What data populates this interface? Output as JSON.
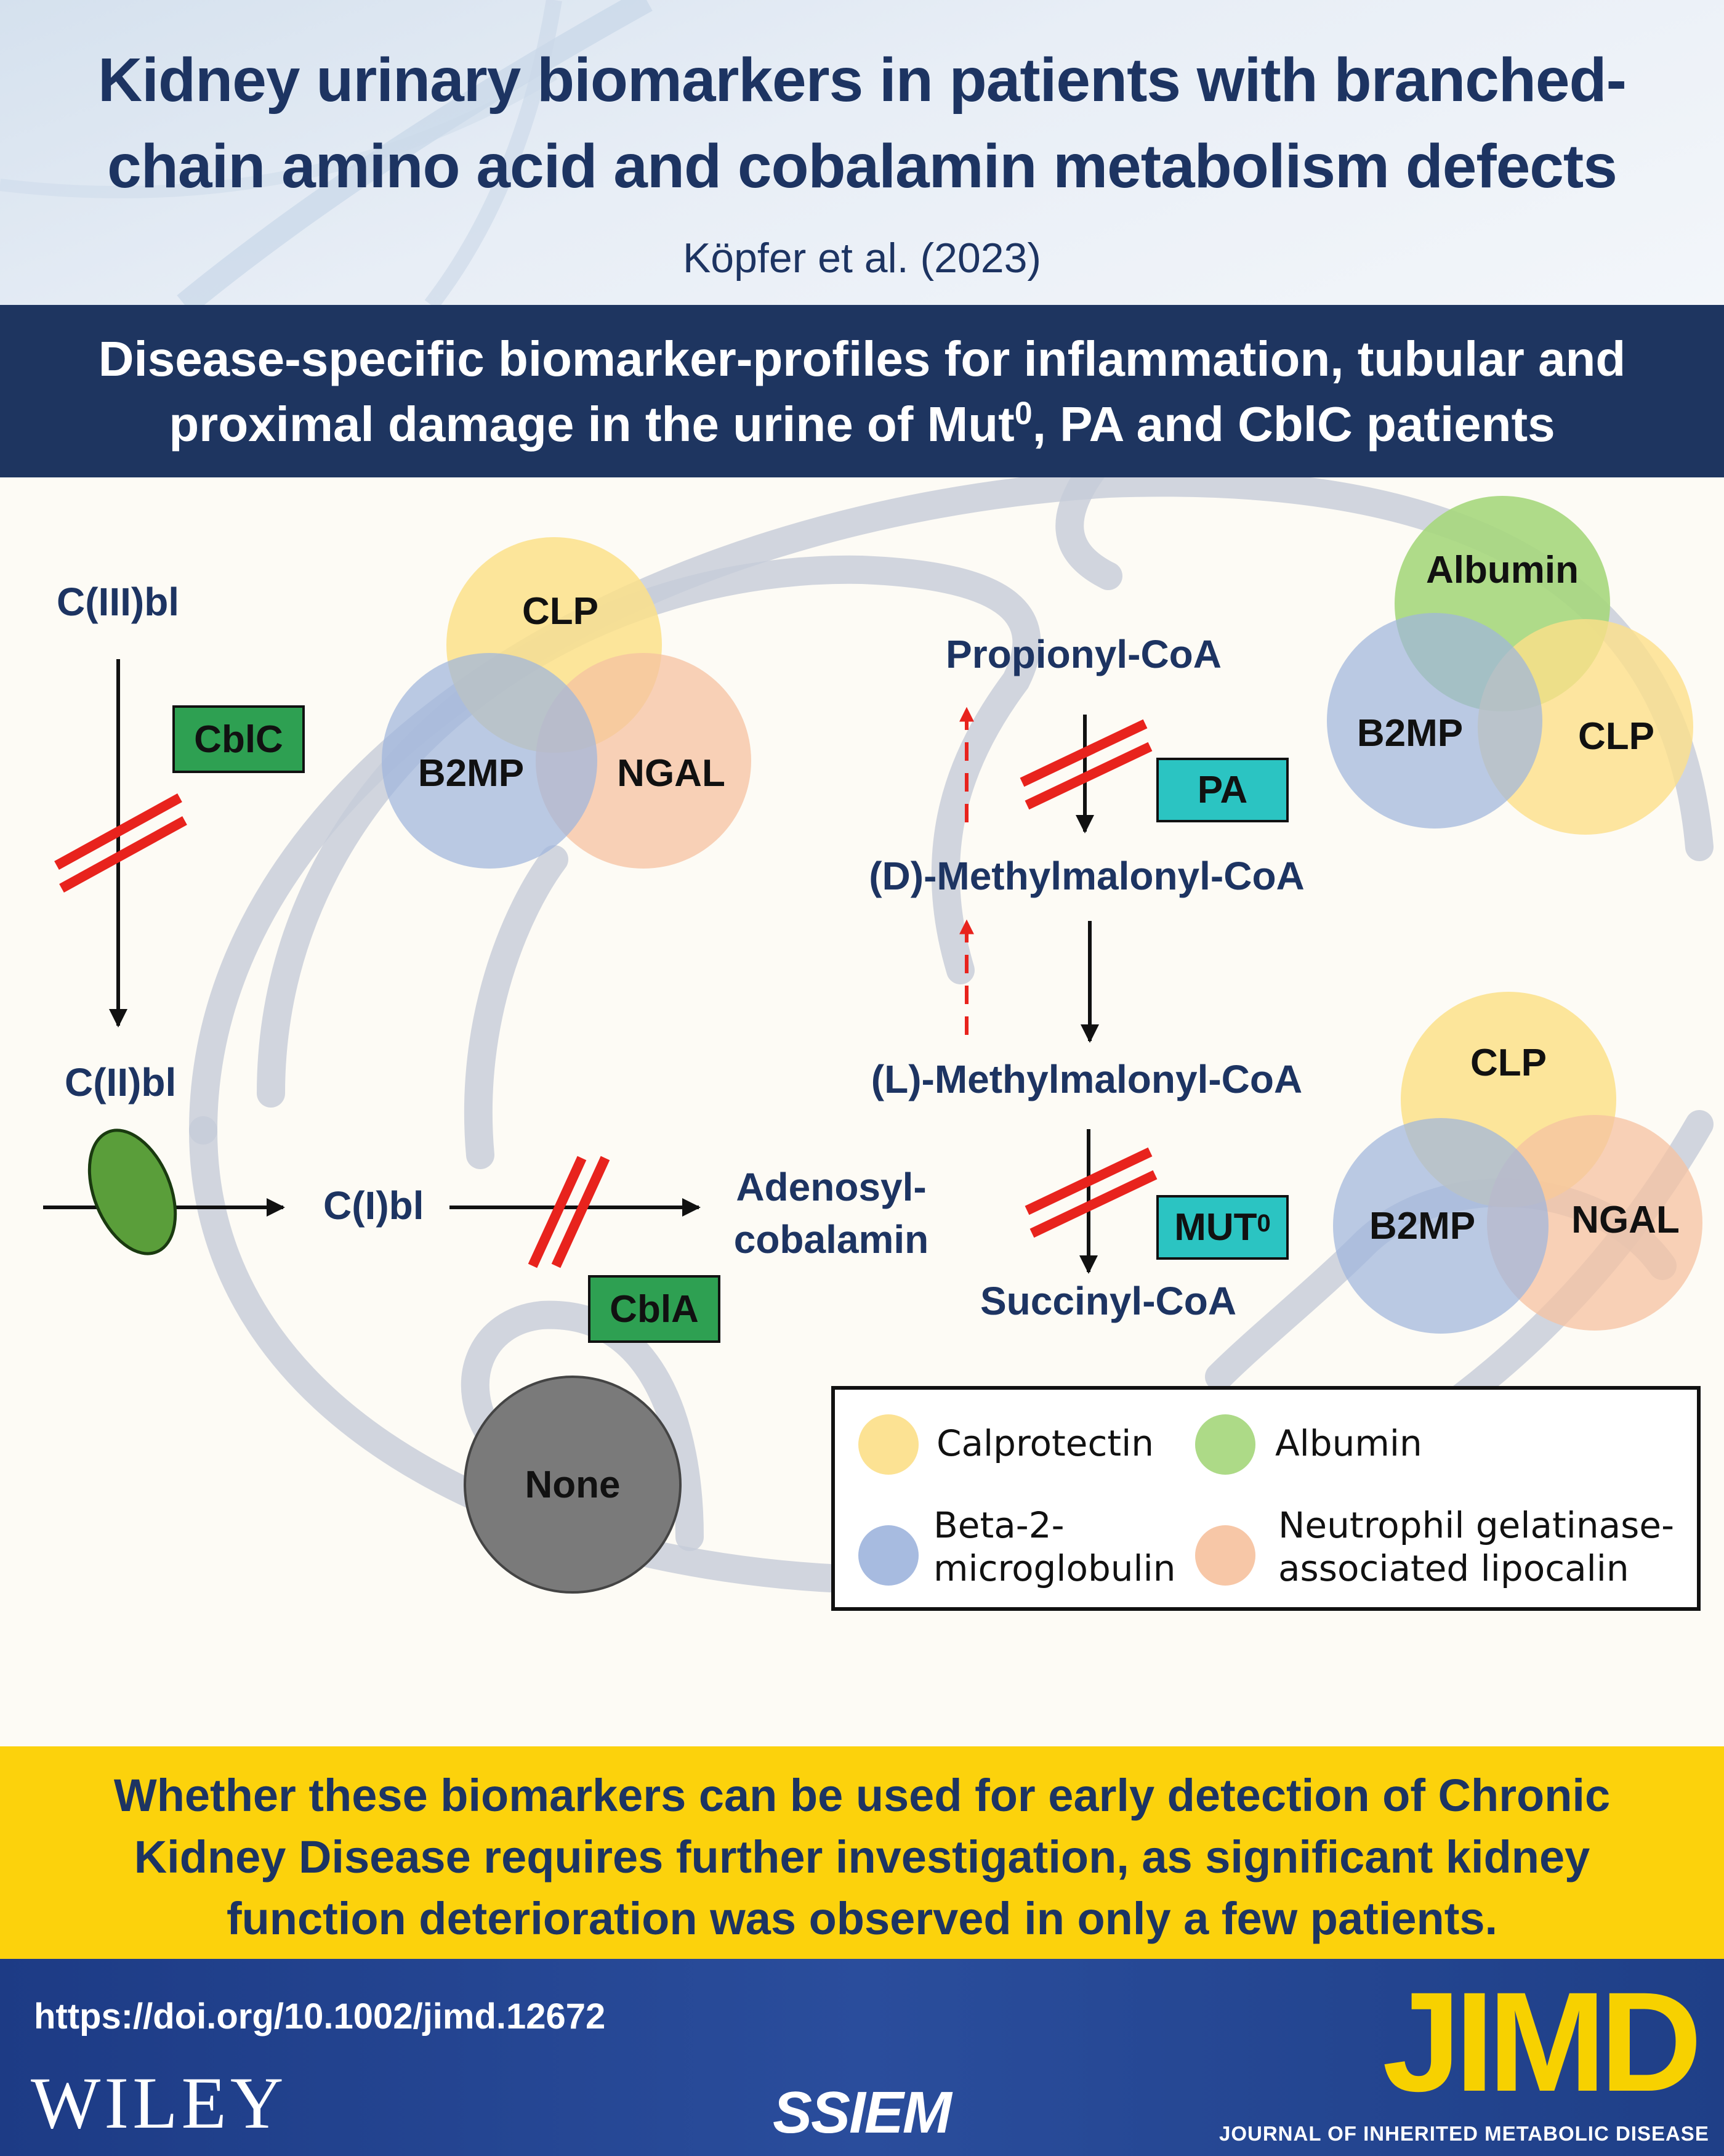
{
  "header": {
    "title": "Kidney urinary biomarkers in patients with branched-chain amino acid and cobalamin metabolism defects",
    "authors": "Köpfer et al. (2023)"
  },
  "banner": {
    "text_before": "Disease-specific biomarker-profiles for inflammation, tubular and proximal damage in the urine of Mut",
    "superscript": "0",
    "text_after": ", PA and CblC patients"
  },
  "pathway": {
    "cbl3": "C(III)bl",
    "cbl2": "C(II)bl",
    "cbl1": "C(I)bl",
    "adenosyl_1": "Adenosyl-",
    "adenosyl_2": "cobalamin",
    "propionyl": "Propionyl-CoA",
    "d_methyl": "(D)-Methylmalonyl-CoA",
    "l_methyl": "(L)-Methylmalonyl-CoA",
    "succinyl": "Succinyl-CoA"
  },
  "enzymes": {
    "cblc": "CblC",
    "cbla": "CblA",
    "pa": "PA",
    "mut": "MUT",
    "mut_sup": "0"
  },
  "venn": {
    "cblc": {
      "top": "CLP",
      "left": "B2MP",
      "right": "NGAL"
    },
    "pa": {
      "top": "Albumin",
      "left": "B2MP",
      "right": "CLP"
    },
    "mut": {
      "top": "CLP",
      "left": "B2MP",
      "right": "NGAL"
    },
    "cbla": {
      "single": "None"
    }
  },
  "legend": {
    "calprotectin": "Calprotectin",
    "albumin": "Albumin",
    "b2m_1": "Beta-2-",
    "b2m_2": "microglobulin",
    "ngal_1": "Neutrophil gelatinase-",
    "ngal_2": "associated lipocalin"
  },
  "colors": {
    "clp": "#fce08a",
    "albumin": "#a6d77d",
    "b2mp": "#9fb5dd",
    "ngal": "#f6c2a0",
    "none": "#7a7a7a",
    "navy": "#1e3560",
    "yellow": "#fcd20c"
  },
  "conclusion": "Whether these biomarkers can be used for early detection of Chronic Kidney Disease requires further investigation, as significant kidney function deterioration was observed in only a few patients.",
  "footer": {
    "doi": "https://doi.org/10.1002/jimd.12672",
    "wiley": "WILEY",
    "ssiem": "SSIEM",
    "jimd": "JIMD",
    "jimd_sub": "JOURNAL OF INHERITED METABOLIC DISEASE"
  }
}
